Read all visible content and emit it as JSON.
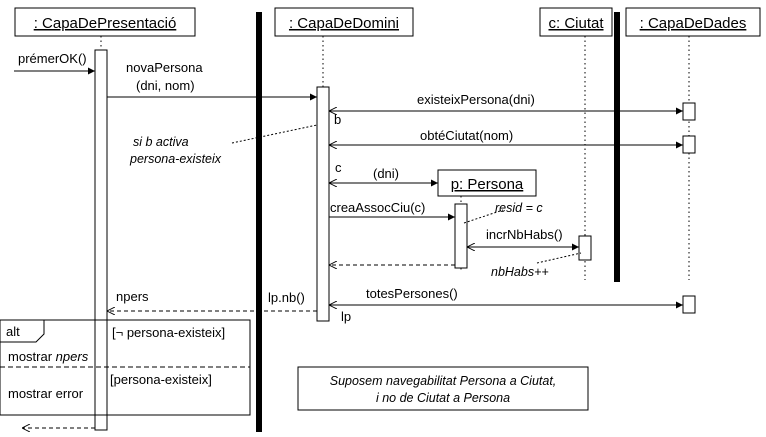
{
  "objects": {
    "presentacio": ": CapaDePresentació",
    "domini": ": CapaDeDomini",
    "ciutat": "c: Ciutat",
    "dades": ": CapaDeDades",
    "persona": "p: Persona"
  },
  "messages": {
    "premer_ok": "prémerOK()",
    "nova_persona_1": "novaPersona",
    "nova_persona_2": "(dni, nom)",
    "existeix_persona": "existeixPersona(dni)",
    "b": "b",
    "obte_ciutat": "obtéCiutat(nom)",
    "c": "c",
    "dni": "(dni)",
    "crea_assoc_ciu": "creaAssocCiu(c)",
    "incr_nb_habs": "incrNbHabs()",
    "totes_persones": "totesPersones()",
    "lp_nb": "lp.nb()",
    "lp": "lp",
    "npers": "npers"
  },
  "notes": {
    "si_b_activa_1": "si b activa",
    "si_b_activa_2": "persona-existeix",
    "resid": "resid = c",
    "nbhabs": "nbHabs++",
    "supos_1": "Suposem navegabilitat Persona a Ciutat,",
    "supos_2": "i no de Ciutat a Persona"
  },
  "fragment": {
    "operator": "alt",
    "guard_1": "[¬ persona-existeix]",
    "action_1_prefix": "mostrar ",
    "action_1_var": "npers",
    "guard_2": "[persona-existeix]",
    "action_2": "mostrar error"
  }
}
